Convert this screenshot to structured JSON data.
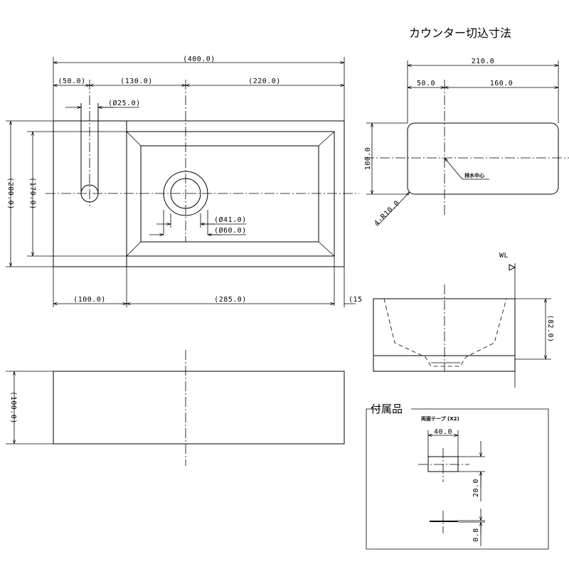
{
  "title_cutout": "カウンター切込寸法",
  "title_accessories": "付属品",
  "label_tape": "両面テープ (X2)",
  "label_drain_center": "排水中心",
  "label_wl": "WL",
  "dims": {
    "overall_width": "(400.0)",
    "d50": "(50.0)",
    "d130": "(130.0)",
    "d220": "(220.0)",
    "d25": "(Ø25.0)",
    "d41": "(Ø41.0)",
    "d60": "(Ø60.0)",
    "d200": "(200.0)",
    "d170": "(170.0)",
    "d100_bottom": "(100.0)",
    "d285": "(285.0)",
    "d15": "(15",
    "d100_front": "(100.0)",
    "d82": "(82.0)",
    "cut_210": "210.0",
    "cut_50": "50.0",
    "cut_160": "160.0",
    "cut_100": "100.0",
    "cut_radius": "4-R10.0",
    "tape_40": "40.0",
    "tape_20": "20.0",
    "tape_08": "0.8"
  }
}
